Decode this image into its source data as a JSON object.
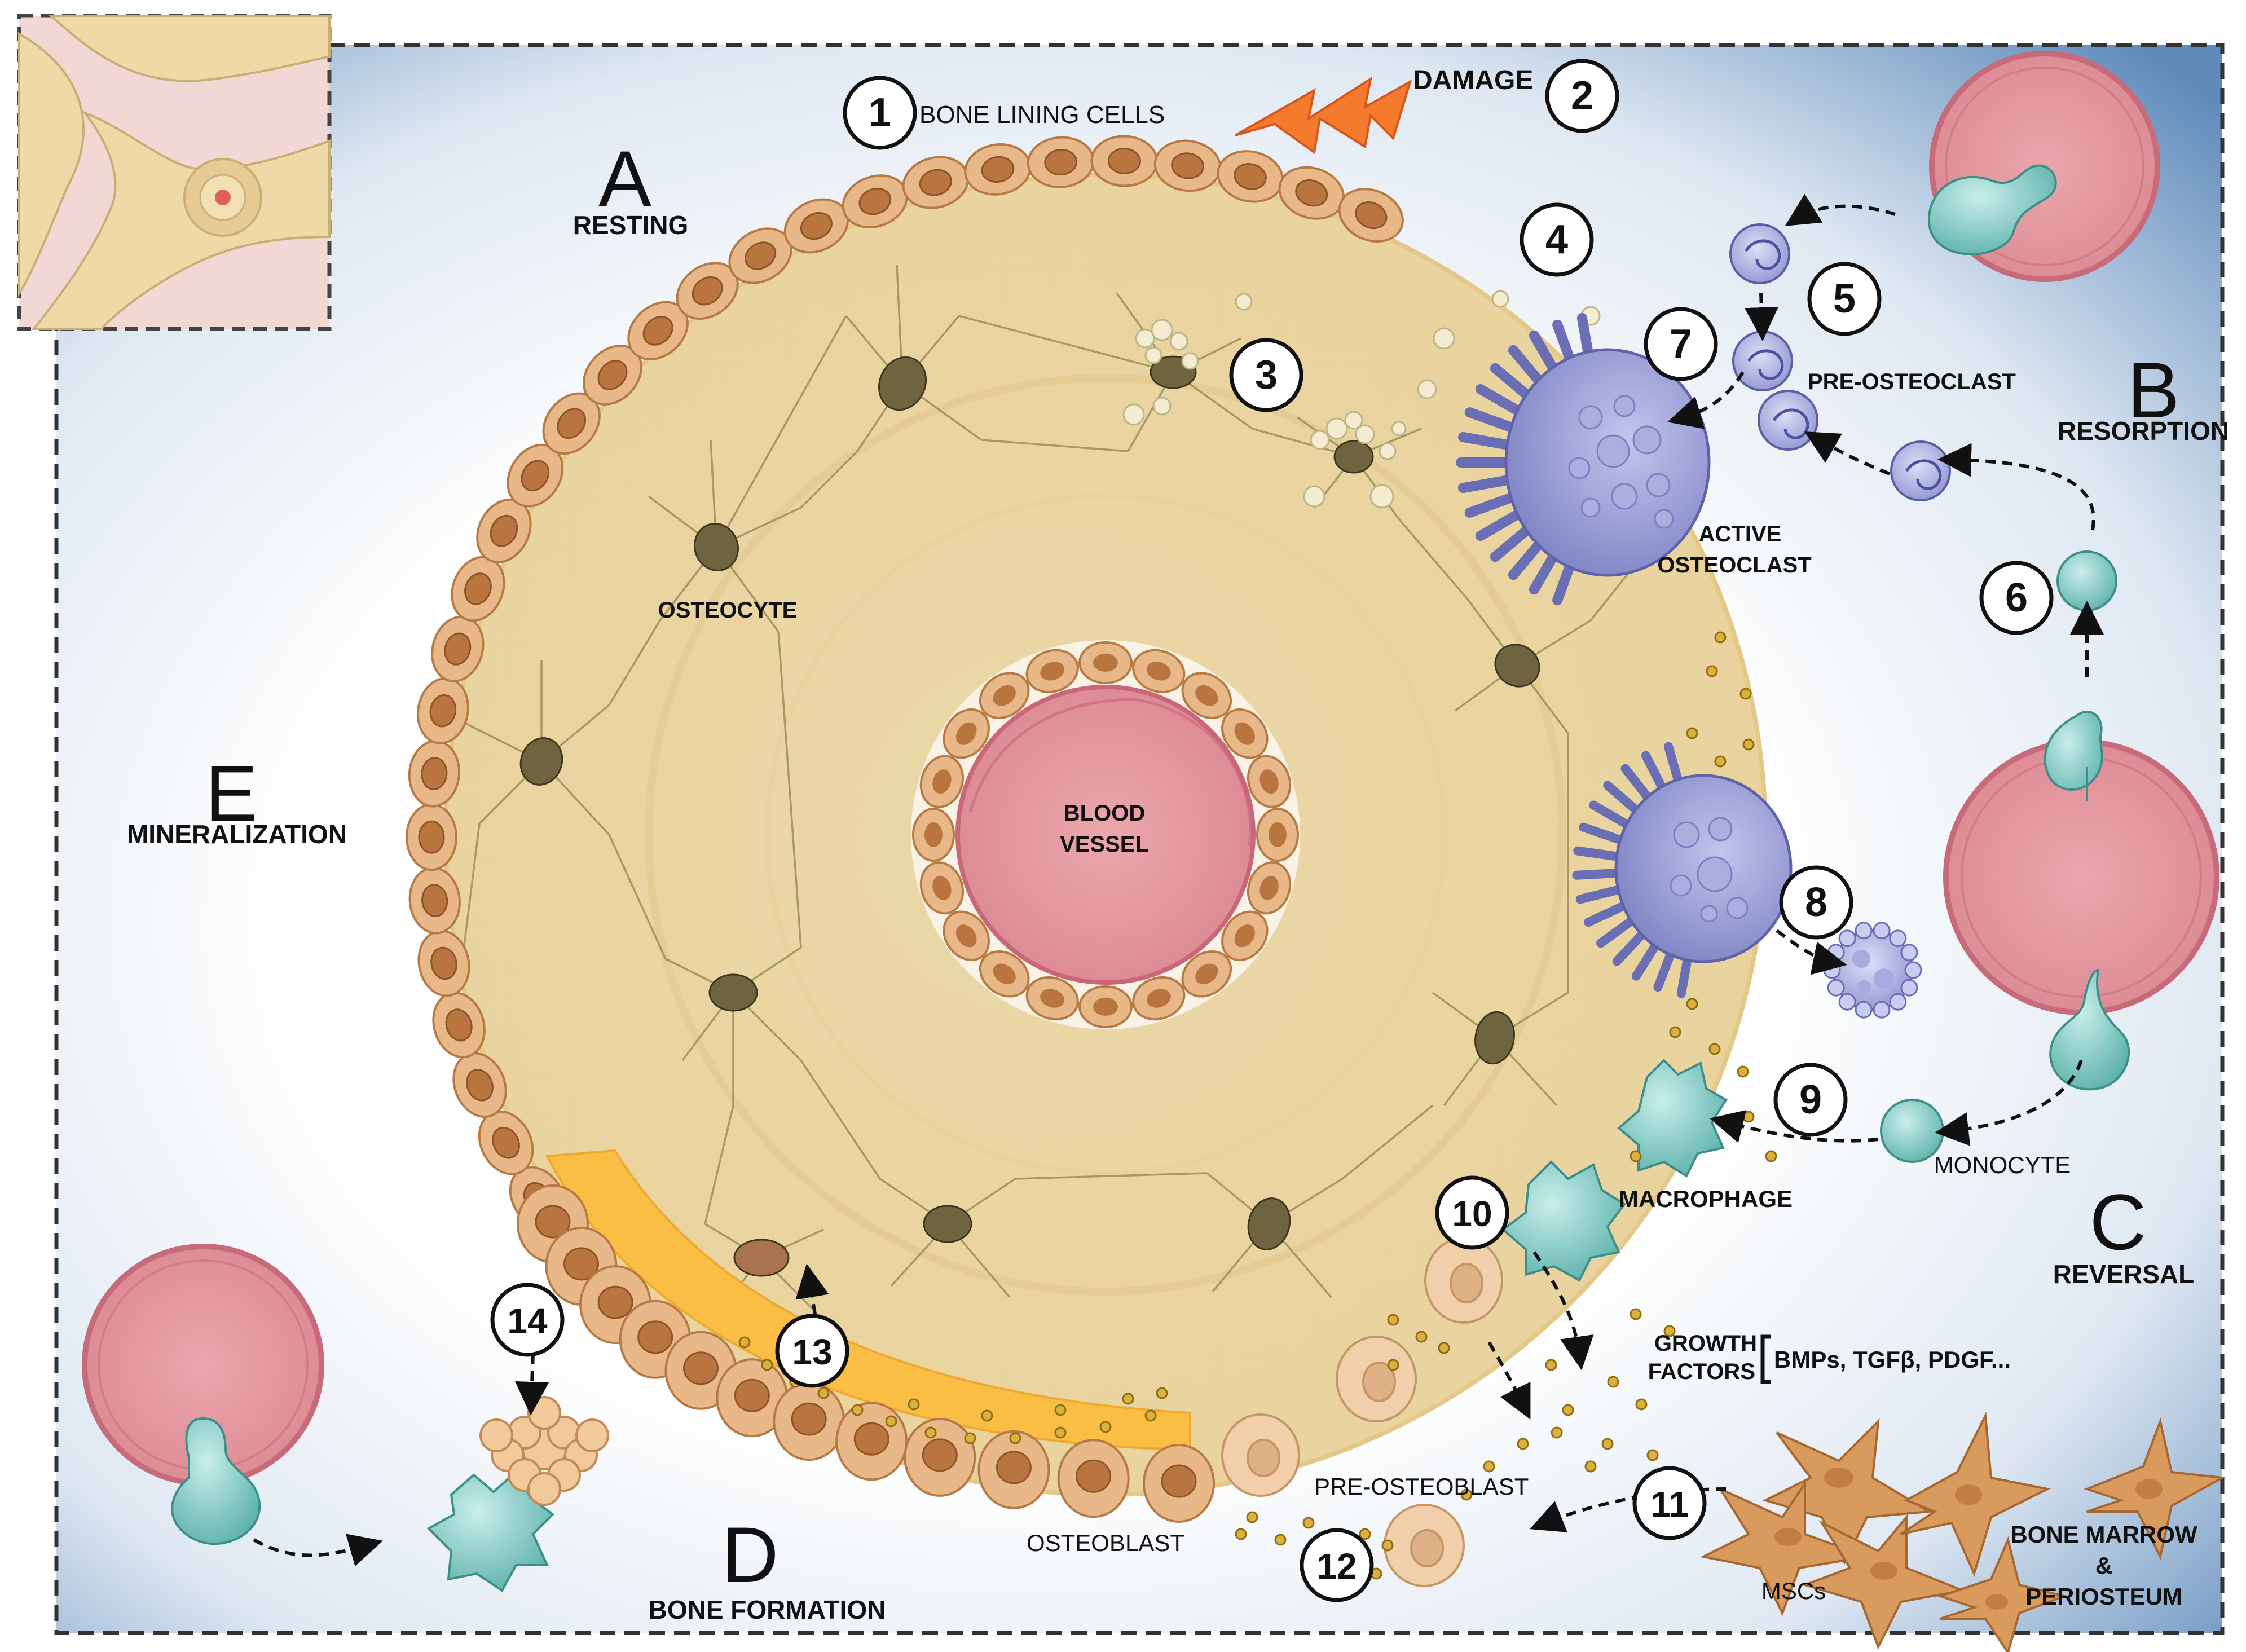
{
  "phases": {
    "a": {
      "letter": "A",
      "name": "RESTING"
    },
    "b": {
      "letter": "B",
      "name": "RESORPTION"
    },
    "c": {
      "letter": "C",
      "name": "REVERSAL"
    },
    "d": {
      "letter": "D",
      "name": "BONE FORMATION"
    },
    "e": {
      "letter": "E",
      "name": "MINERALIZATION"
    }
  },
  "labels": {
    "bone_lining_cells": "BONE LINING CELLS",
    "damage": "DAMAGE",
    "osteocyte": "OSTEOCYTE",
    "blood_vessel_1": "BLOOD",
    "blood_vessel_2": "VESSEL",
    "pre_osteoclast": "PRE-OSTEOCLAST",
    "active_osteoclast_1": "ACTIVE",
    "active_osteoclast_2": "OSTEOCLAST",
    "monocyte": "MONOCYTE",
    "macrophage": "MACROPHAGE",
    "growth_factors_1": "GROWTH",
    "growth_factors_2": "FACTORS",
    "growth_factors_list": "BMPs, TGFβ, PDGF...",
    "pre_osteoblast": "PRE-OSTEOBLAST",
    "osteoblast": "OSTEOBLAST",
    "mscs": "MSCs",
    "bone_marrow_1": "BONE MARROW",
    "bone_marrow_2": "&",
    "bone_marrow_3": "PERIOSTEUM"
  },
  "steps": [
    "1",
    "2",
    "3",
    "4",
    "5",
    "6",
    "7",
    "8",
    "9",
    "10",
    "11",
    "12",
    "13",
    "14"
  ],
  "colors": {
    "bone_matrix": "#EEDCAA",
    "lining_cell": "#E8B888",
    "lining_nucleus": "#B8753F",
    "osteocyte_nucleus": "#6E6440",
    "blood_vessel": "#E79AA0",
    "osteoclast": "#8F93CF",
    "monocyte": "#79C6C0",
    "mineralization_band": "#FBBE45",
    "damage": "#F47A2E",
    "msc": "#D99A5E",
    "background_edge": "#5E88B8"
  }
}
